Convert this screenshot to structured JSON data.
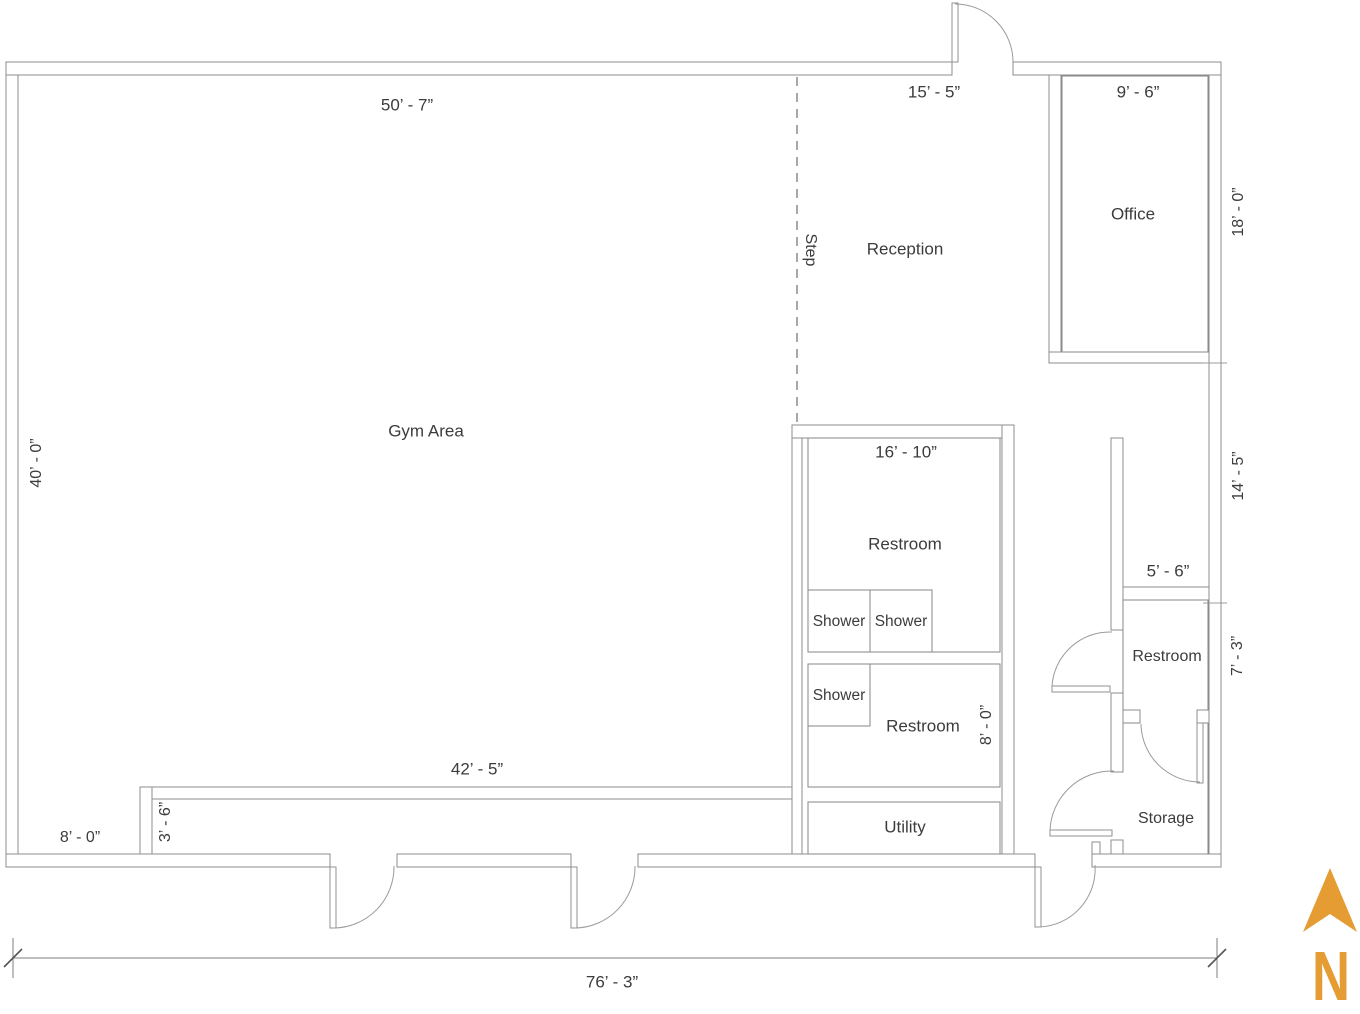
{
  "rooms": {
    "gym": "Gym Area",
    "reception": "Reception",
    "office": "Office",
    "restroom_main": "Restroom",
    "restroom_small": "Restroom",
    "restroom_right": "Restroom",
    "shower_a": "Shower",
    "shower_b": "Shower",
    "shower_c": "Shower",
    "utility": "Utility",
    "storage": "Storage"
  },
  "annotations": {
    "step": "Step",
    "north": "N"
  },
  "dimensions": {
    "gym_width": "50’ - 7”",
    "gym_height": "40’ - 0”",
    "reception_width": "15’ - 5”",
    "office_width": "9’ - 6”",
    "office_height": "18’ - 0”",
    "restroom_main_width": "16’ - 10”",
    "hall_height": "14’ - 5”",
    "vestibule_width": "5’ - 6”",
    "restroom_right_height": "7’ - 3”",
    "restroom_small_height": "8’ - 0”",
    "corridor_length": "42’ - 5”",
    "corridor_width": "3’ - 6”",
    "west_section_width": "8’ - 0”",
    "overall_width": "76’ - 3”"
  },
  "colors": {
    "compass": "#e49c33",
    "wall_line": "#8d8d8d",
    "text": "#3c3c3c"
  }
}
